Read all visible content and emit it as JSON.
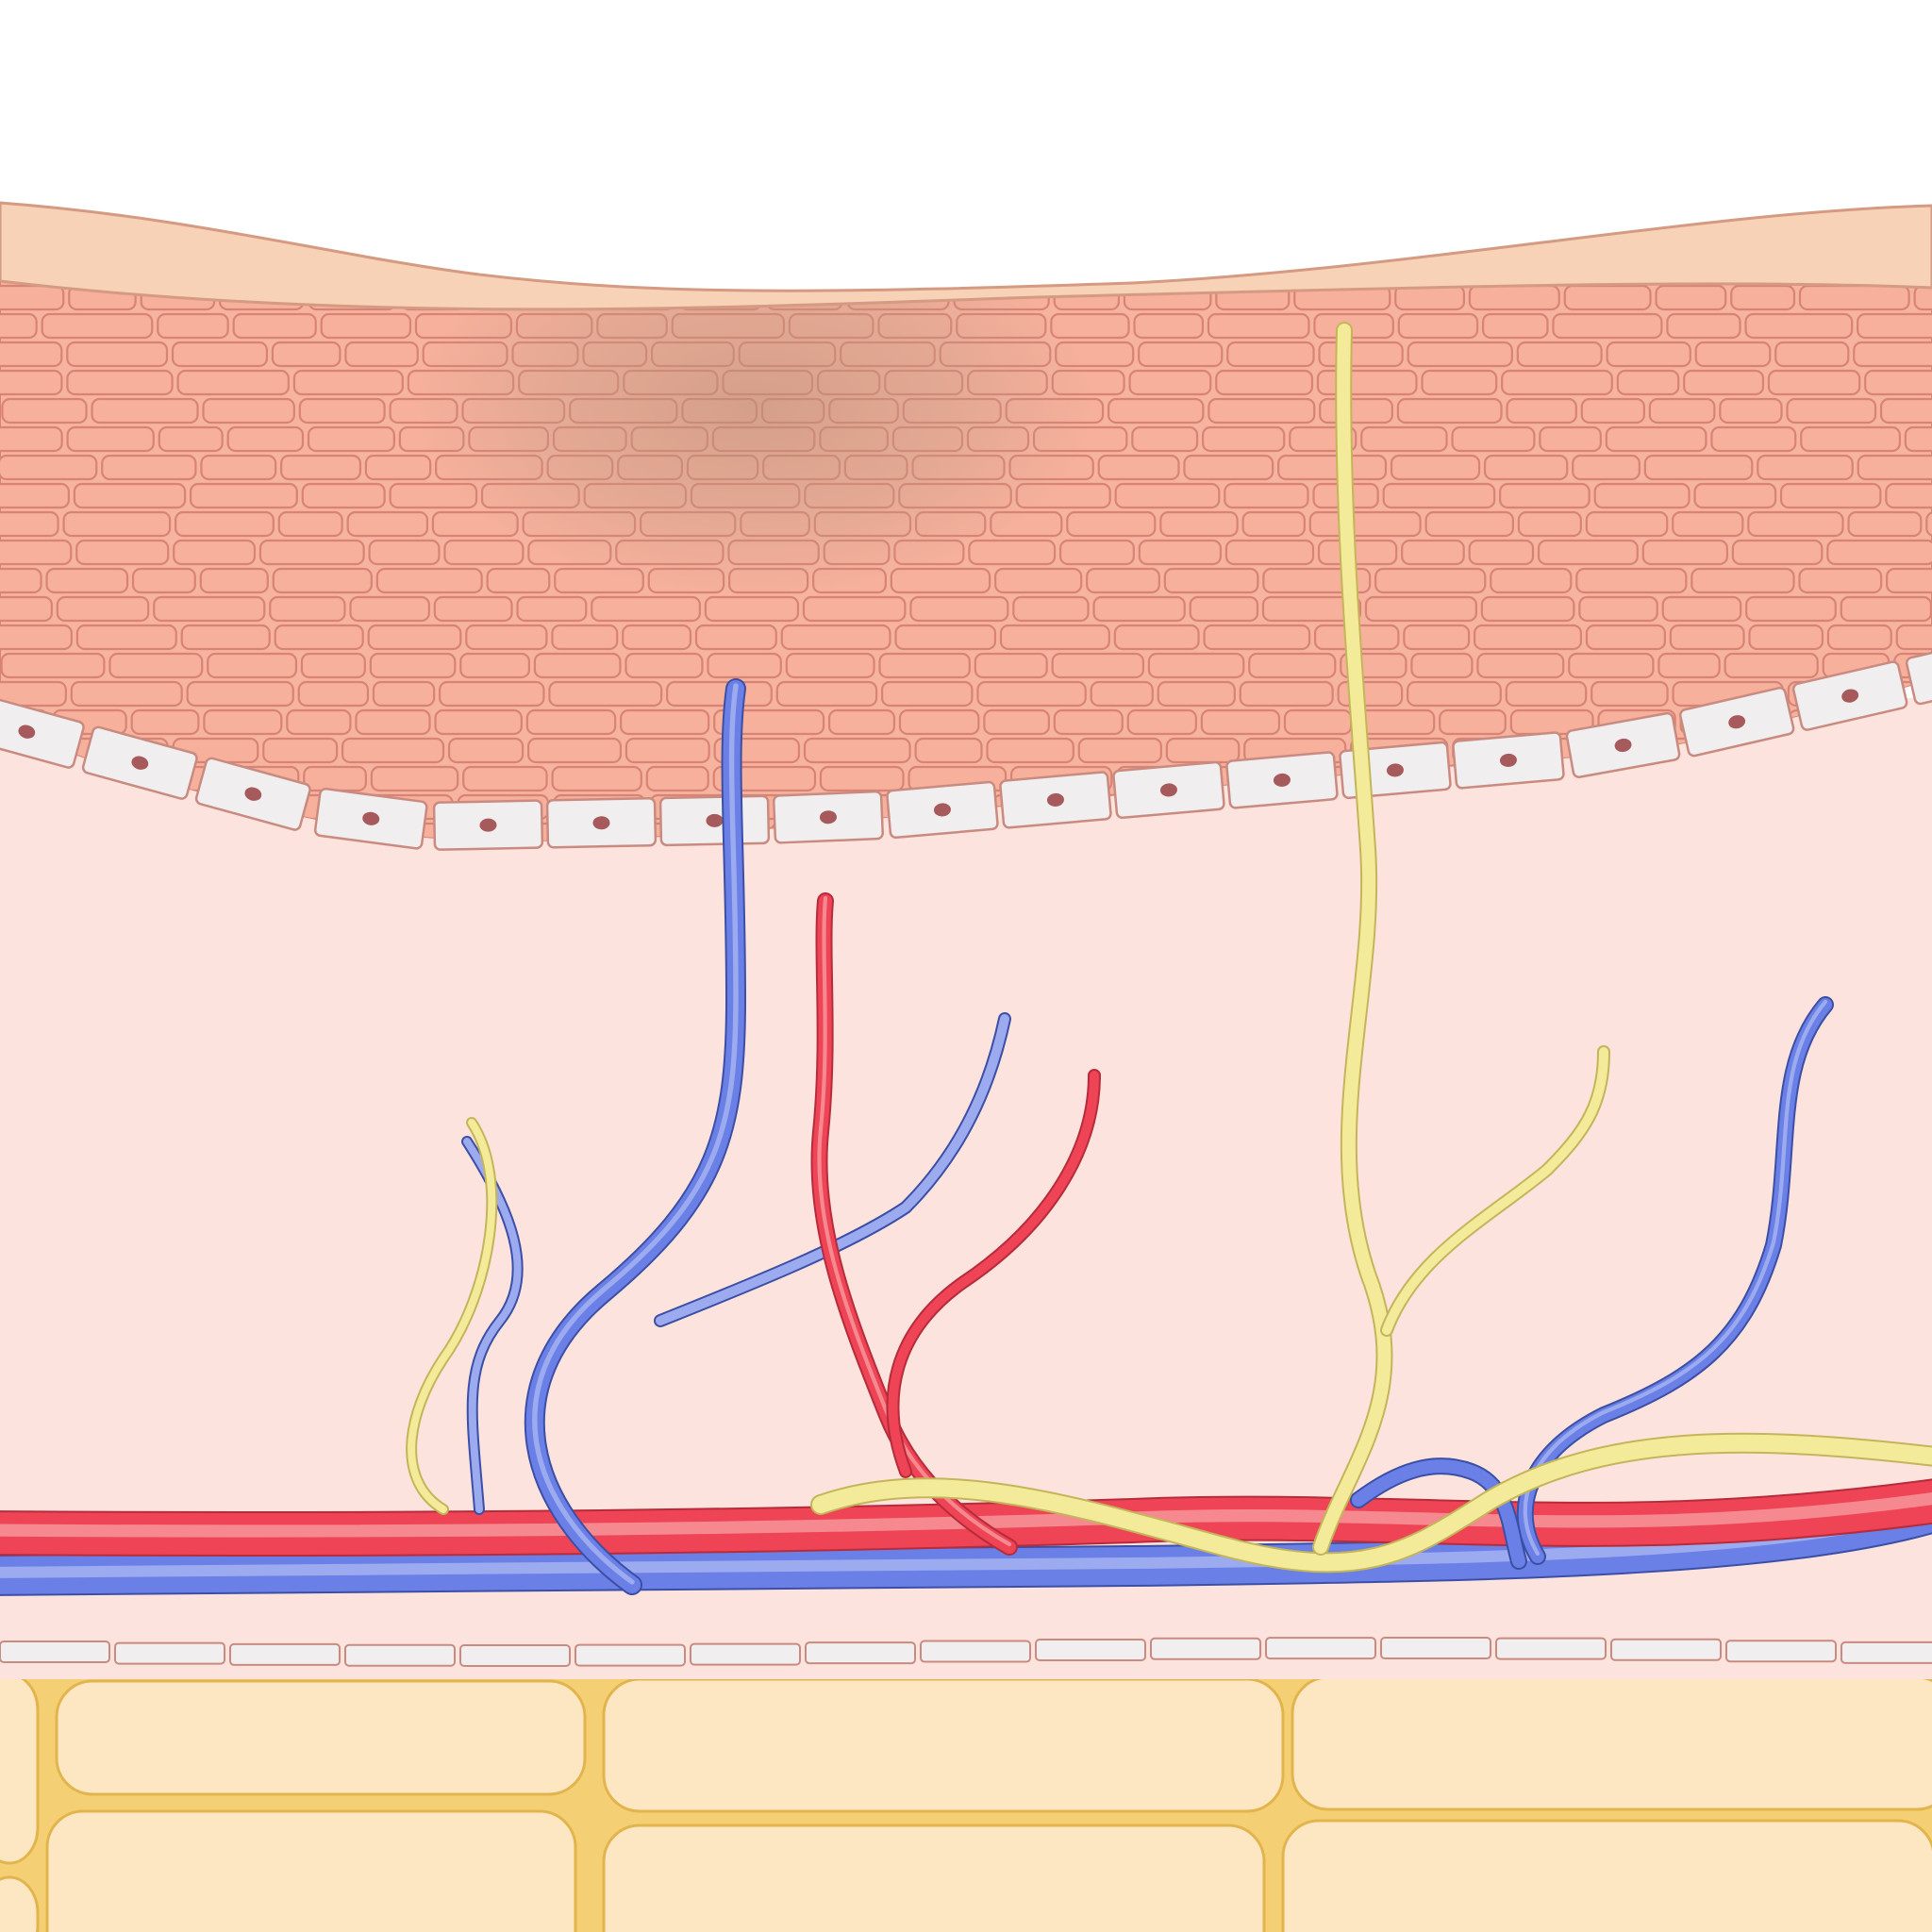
{
  "diagram": {
    "subject": "skin-cross-section",
    "layers": [
      {
        "id": "stratum-corneum",
        "visible_label": ""
      },
      {
        "id": "epidermis-cells",
        "visible_label": ""
      },
      {
        "id": "basal-layer",
        "visible_label": ""
      },
      {
        "id": "dermis",
        "visible_label": ""
      },
      {
        "id": "hypodermis-fat",
        "visible_label": ""
      }
    ],
    "vessels": [
      {
        "id": "artery-main",
        "kind": "artery"
      },
      {
        "id": "vein-main",
        "kind": "vein"
      },
      {
        "id": "nerve-main",
        "kind": "nerve"
      }
    ]
  },
  "palette": {
    "background": "#ffffff",
    "corneum_fill": "#f8d2b6",
    "corneum_stroke": "#d49a82",
    "epidermis_fill": "#f6b3a0",
    "cell_fill": "#f6b09c",
    "cell_stroke": "#d98374",
    "pigment": "#c6a089",
    "basal_fill": "#f1eeef",
    "basal_stroke": "#c98b80",
    "nucleus": "#a65a5c",
    "dermis_fill": "#fde3dd",
    "fat_fill": "#fde7c3",
    "fat_septa": "#f5cf73",
    "fat_stroke": "#e2b44d",
    "artery": "#ee4455",
    "artery_highlight": "#f5898f",
    "artery_stroke": "#b62c3b",
    "vein": "#6a80e6",
    "vein_highlight": "#9cabf0",
    "vein_stroke": "#3c4fa6",
    "nerve": "#f3ea9a",
    "nerve_stroke": "#c4b55a"
  },
  "annotations": []
}
